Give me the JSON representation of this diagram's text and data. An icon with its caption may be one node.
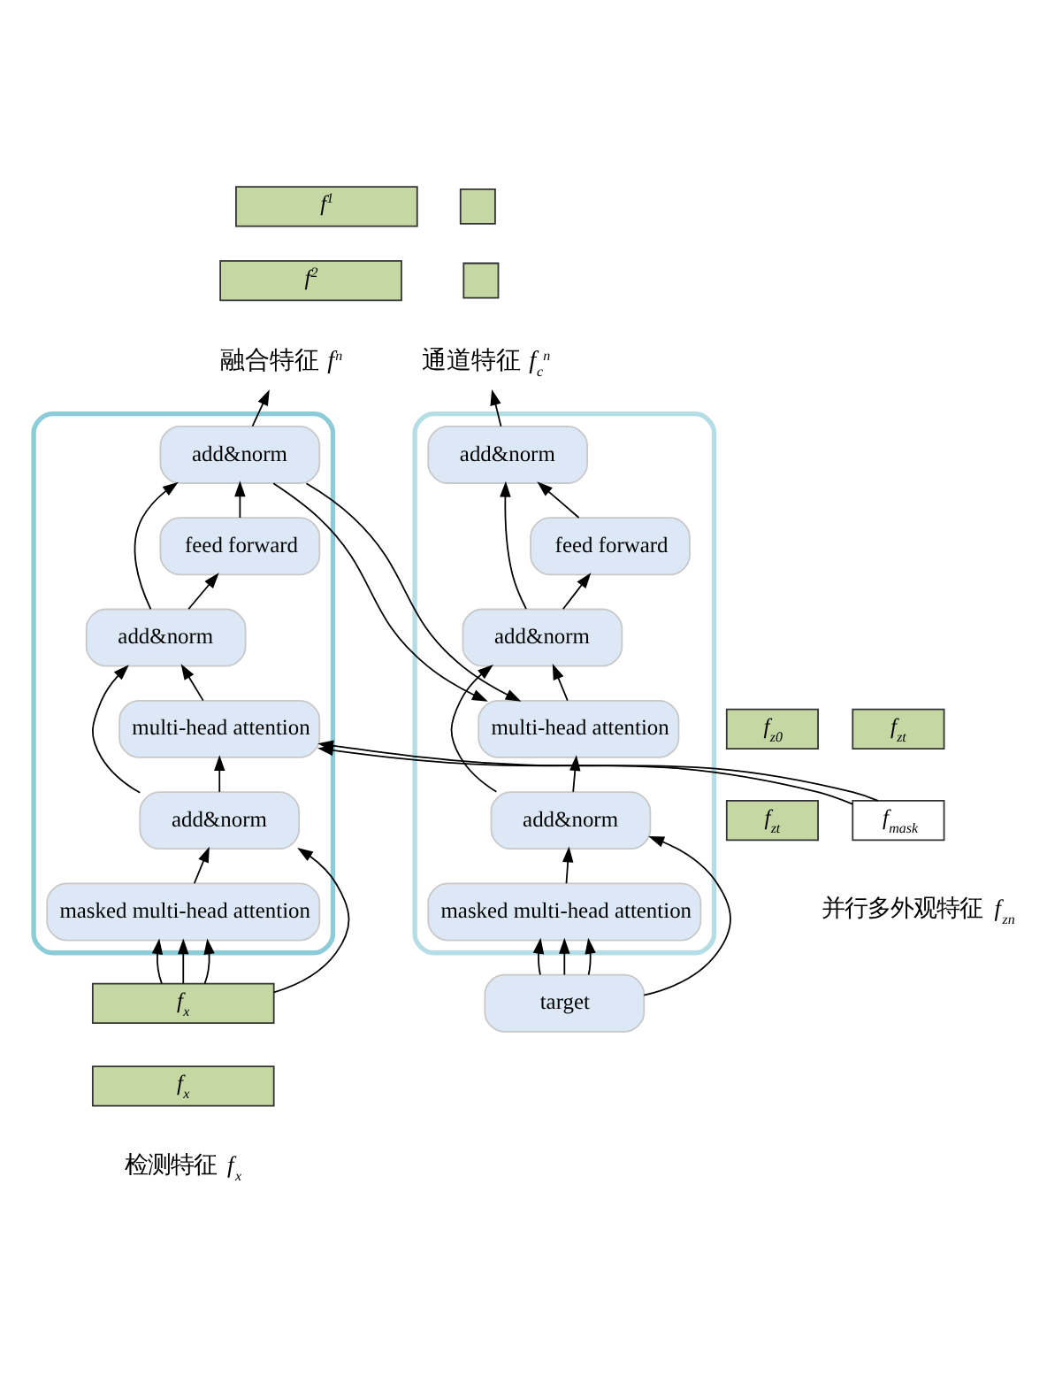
{
  "diagram": {
    "nodes": [
      {
        "text": [
          "*f*$^{1}$"
        ]
      },
      {
        "text": [
          "*f*$^{2}$"
        ]
      },
      {
        "text": [
          "融合特征 *f*$^{n}$"
        ]
      },
      {
        "text": [],
        "shape": "box"
      },
      {
        "text": [],
        "shape": "box"
      },
      {
        "text": [
          "通道特征 *f*$_{c}$$^{n}$"
        ]
      },
      {
        "text": [],
        "shape": "box"
      },
      {
        "text": [
          "add&norm"
        ],
        "in": 6
      },
      {
        "text": [
          "feed forward"
        ],
        "in": 6
      },
      {
        "text": [
          "add&norm"
        ],
        "in": 6
      },
      {
        "text": [
          "multi-head attention"
        ],
        "in": 6
      },
      {
        "text": [
          "add&norm"
        ],
        "in": 6
      },
      {
        "text": [
          "masked multi-head attention"
        ],
        "in": 6
      },
      {
        "text": [],
        "shape": "box"
      },
      {
        "text": [
          "add&norm"
        ],
        "in": 13
      },
      {
        "text": [
          "feed forward"
        ],
        "in": 13
      },
      {
        "text": [
          "add&norm"
        ],
        "in": 13
      },
      {
        "text": [
          "multi-head attention"
        ],
        "in": 13
      },
      {
        "text": [
          "add&norm"
        ],
        "in": 13
      },
      {
        "text": [
          "masked multi-head attention"
        ],
        "in": 13
      },
      {
        "text": [
          "*f*$_{z0}$"
        ]
      },
      {
        "text": [
          "*f*$_{zt}$"
        ]
      },
      {
        "text": [
          "*f*$_{zt}$"
        ]
      },
      {
        "text": [
          "*f*$_{mask}$"
        ]
      },
      {
        "text": [
          "*f*$_{x}$"
        ]
      },
      {
        "text": [
          "*f*$_{x}$"
        ]
      },
      {
        "text": [
          "target"
        ]
      }
    ],
    "edges": [
      {
        "from": 24,
        "to": 12,
        "arrow": "to"
      },
      {
        "from": 24,
        "to": 12,
        "arrow": "to"
      },
      {
        "from": 24,
        "to": 12,
        "arrow": "to"
      },
      {
        "from": 24,
        "to": 11,
        "arrow": "to"
      },
      {
        "from": 12,
        "to": 11,
        "arrow": "to"
      },
      {
        "from": 23,
        "to": 10,
        "arrow": "to"
      },
      {
        "from": 23,
        "to": 10,
        "arrow": "to"
      },
      {
        "from": 11,
        "to": 10,
        "arrow": "to"
      },
      {
        "from": 11,
        "to": 9,
        "arrow": "to"
      },
      {
        "from": 10,
        "to": 9,
        "arrow": "to"
      },
      {
        "from": 9,
        "to": 8,
        "arrow": "to"
      },
      {
        "from": 9,
        "to": 7,
        "arrow": "to"
      },
      {
        "from": 8,
        "to": 7,
        "arrow": "to"
      },
      {
        "from": 7,
        "to": 2,
        "arrow": "to"
      },
      {
        "from": 7,
        "to": 17,
        "arrow": "to"
      },
      {
        "from": 7,
        "to": 17,
        "arrow": "to"
      },
      {
        "from": 26,
        "to": 19,
        "arrow": "to"
      },
      {
        "from": 26,
        "to": 19,
        "arrow": "to"
      },
      {
        "from": 26,
        "to": 19,
        "arrow": "to"
      },
      {
        "from": 26,
        "to": 18,
        "arrow": "to"
      },
      {
        "from": 19,
        "to": 18,
        "arrow": "to"
      },
      {
        "from": 18,
        "to": 17,
        "arrow": "to"
      },
      {
        "from": 18,
        "to": 16,
        "arrow": "to"
      },
      {
        "from": 17,
        "to": 16,
        "arrow": "to"
      },
      {
        "from": 16,
        "to": 15,
        "arrow": "to"
      },
      {
        "from": 16,
        "to": 14,
        "arrow": "to"
      },
      {
        "from": 15,
        "to": 14,
        "arrow": "to"
      },
      {
        "from": 14,
        "to": 5,
        "arrow": "to"
      }
    ],
    "labels": [
      "并行多外观特征 *f*$_{zn}$",
      "检测特征 *f*$_{x}$"
    ]
  }
}
